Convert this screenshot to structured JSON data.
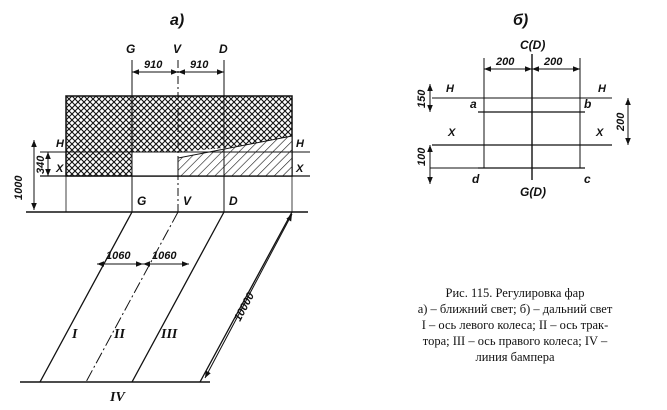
{
  "figure": {
    "panel_a_label": "а)",
    "panel_b_label": "б)",
    "panel_a": {
      "top_letters": [
        "G",
        "V",
        "D"
      ],
      "dims_top": [
        "910",
        "910"
      ],
      "side_letters": {
        "h_left": "H",
        "x_left": "X",
        "h_right": "H",
        "x_right": "X"
      },
      "dim_340": "340",
      "dim_1000": "1000",
      "axis_letters": [
        "G",
        "V",
        "D"
      ],
      "dims_lanes": [
        "1060",
        "1060"
      ],
      "dim_10000": "10000",
      "lanes": [
        "I",
        "II",
        "III"
      ],
      "bottom_label": "IV"
    },
    "panel_b": {
      "top_label": "C(D)",
      "dims_top": [
        "200",
        "200"
      ],
      "h_left": "H",
      "h_right": "H",
      "x_left": "X",
      "x_right": "X",
      "corner_a": "a",
      "corner_b": "b",
      "corner_c": "c",
      "corner_d": "d",
      "bottom_label": "G(D)",
      "dim_150": "150",
      "dim_100": "100",
      "dim_200": "200"
    }
  },
  "caption": {
    "title": "Рис. 115. Регулировка фар",
    "line1": "а) – ближний свет; б) – дальний свет",
    "line2": "I – ось левого колеса; II – ось трак-",
    "line3": "тора; III – ось правого колеса; IV –",
    "line4": "линия бампера"
  }
}
